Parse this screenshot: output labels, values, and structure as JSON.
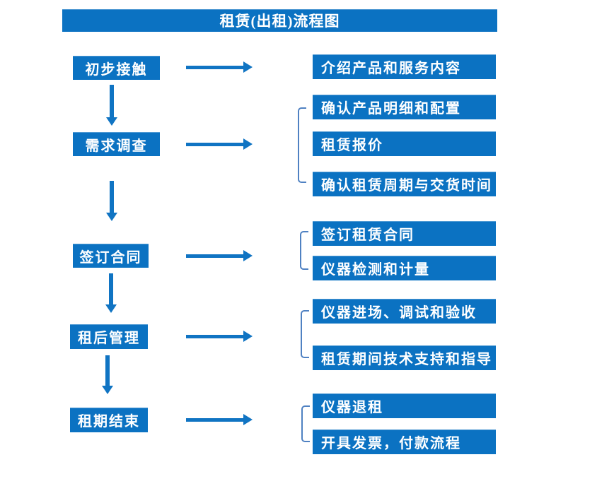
{
  "title": "租赁(出租)流程图",
  "colors": {
    "box_blue": "#0b72c2",
    "arrow_blue": "#1074c3",
    "bracket_blue": "#4f81c2",
    "text": "#ffffff",
    "background": "#ffffff"
  },
  "stages": [
    {
      "label": "初步接触",
      "outputs": [
        "介绍产品和服务内容"
      ]
    },
    {
      "label": "需求调查",
      "outputs": [
        "确认产品明细和配置",
        "租赁报价",
        "确认租赁周期与交货时间"
      ]
    },
    {
      "label": "签订合同",
      "outputs": [
        "签订租赁合同",
        "仪器检测和计量"
      ]
    },
    {
      "label": "租后管理",
      "outputs": [
        "仪器进场、调试和验收",
        "租赁期间技术支持和指导"
      ]
    },
    {
      "label": "租期结束",
      "outputs": [
        "仪器退租",
        "开具发票，付款流程"
      ]
    }
  ]
}
